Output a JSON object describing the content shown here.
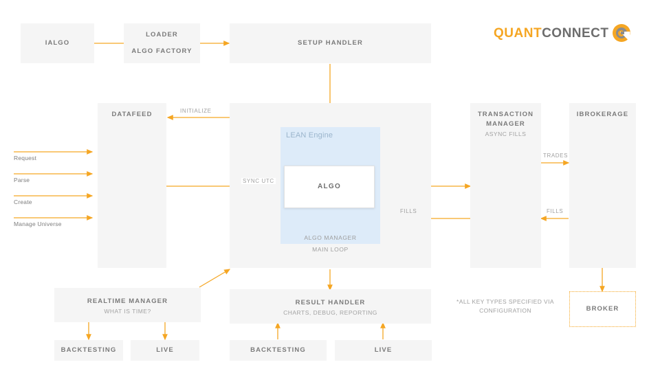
{
  "logo": {
    "word1": "QUANT",
    "word2": "CONNECT",
    "mark": "quantconnect-logo-mark",
    "color_accent": "#f5a623",
    "color_text": "#6d6d6d"
  },
  "nodes": {
    "ialgo": {
      "title": "IALGO"
    },
    "loader": {
      "title": "LOADER",
      "title2": "ALGO FACTORY"
    },
    "setup_handler": {
      "title": "SETUP HANDLER"
    },
    "datafeed": {
      "title": "DATAFEED"
    },
    "lean_engine": {
      "label": "LEAN Engine",
      "algo": "ALGO",
      "algo_manager": "ALGO MANAGER",
      "main_loop": "MAIN LOOP"
    },
    "transaction_manager": {
      "title": "TRANSACTION\nMANAGER",
      "subtitle": "ASYNC FILLS"
    },
    "ibrokerage": {
      "title": "IBROKERAGE"
    },
    "broker": {
      "title": "BROKER",
      "border_color": "#f5a623"
    },
    "realtime_manager": {
      "title": "REALTIME MANAGER",
      "subtitle": "WHAT IS TIME?"
    },
    "result_handler": {
      "title": "RESULT HANDLER",
      "subtitle": "CHARTS, DEBUG, REPORTING"
    },
    "realtime_backtesting": {
      "title": "BACKTESTING"
    },
    "realtime_live": {
      "title": "LIVE"
    },
    "result_backtesting": {
      "title": "BACKTESTING"
    },
    "result_live": {
      "title": "LIVE"
    }
  },
  "edge_labels": {
    "initialize": "INITIALIZE",
    "sync_utc": "SYNC UTC",
    "trades": "TRADES",
    "fills_outer": "FILLS",
    "fills_inner": "FILLS"
  },
  "datafeed_inputs": [
    {
      "label": "Request"
    },
    {
      "label": "Parse"
    },
    {
      "label": "Create"
    },
    {
      "label": "Manage Universe"
    }
  ],
  "footnote": "*ALL KEY TYPES SPECIFIED VIA\nCONFIGURATION",
  "colors": {
    "box_fill": "#f5f5f5",
    "arrow": "#f5a623",
    "lean_panel": "#ddebf9",
    "title_text": "#7a7a7a",
    "subtitle_text": "#a2a2a2"
  }
}
